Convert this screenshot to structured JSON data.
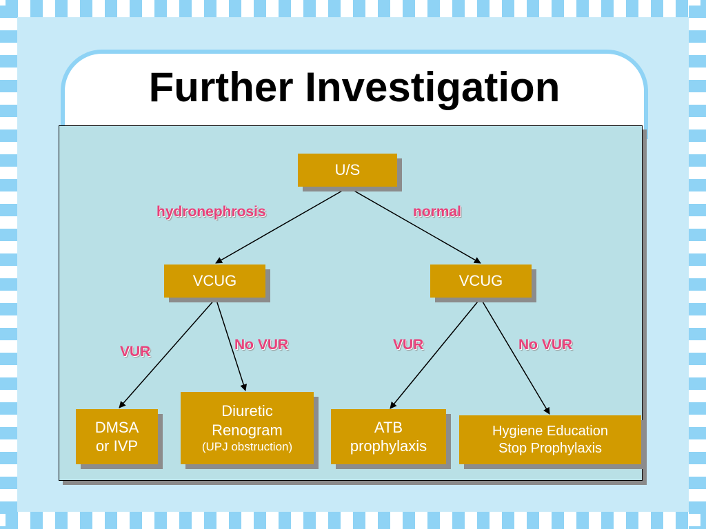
{
  "slide": {
    "title": "Further Investigation"
  },
  "colors": {
    "node_fill": "#d29b00",
    "edge_label": "#e8417a",
    "panel": "#b9e0e6",
    "stripe": "#8fd3f5"
  },
  "nodes": {
    "us": {
      "label": "U/S"
    },
    "vcug_left": {
      "label": "VCUG"
    },
    "vcug_right": {
      "label": "VCUG"
    },
    "dmsa": {
      "line1": "DMSA",
      "line2": "or IVP"
    },
    "diuretic": {
      "line1": "Diuretic",
      "line2": "Renogram",
      "sub": "(UPJ obstruction)"
    },
    "atb": {
      "line1": "ATB",
      "line2": "prophylaxis"
    },
    "hygiene": {
      "line1": "Hygiene Education",
      "line2": "Stop Prophylaxis"
    }
  },
  "edge_labels": {
    "hydronephrosis": "hydronephrosis",
    "normal": "normal",
    "vur_left": "VUR",
    "no_vur_left": "No VUR",
    "vur_right": "VUR",
    "no_vur_right": "No VUR"
  }
}
